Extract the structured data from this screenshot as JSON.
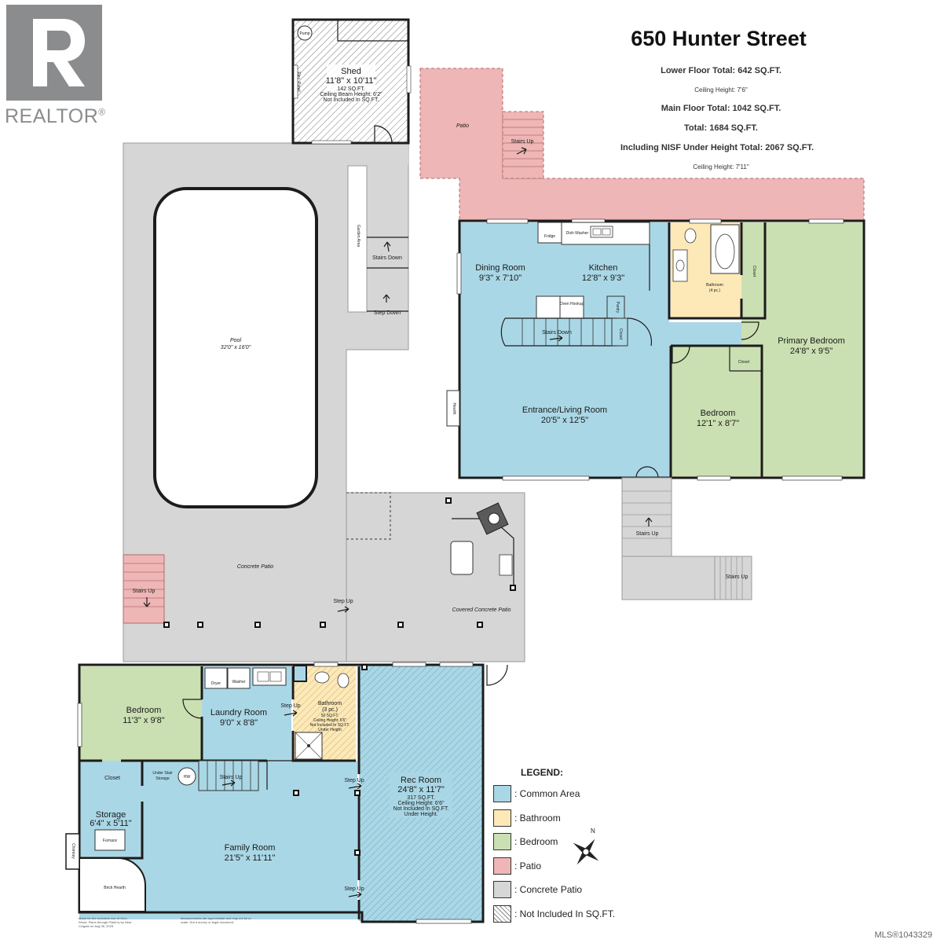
{
  "brand": {
    "name": "REALTOR",
    "mark": "®",
    "logo_icon": "realtor-r-logo"
  },
  "header": {
    "address": "650 Hunter Street",
    "lines": [
      "Lower Floor Total: 642 SQ.FT.",
      "Ceiling Height: 7'6\"",
      "Main Floor Total: 1042 SQ.FT.",
      "Total: 1684 SQ.FT.",
      "Including NISF Under Height Total: 2067 SQ.FT.",
      "Ceiling Height: 7'11\""
    ]
  },
  "rooms": {
    "shed": {
      "name": "Shed",
      "dims": "11'8\" x 10'11\"",
      "sqft": "142 SQ.FT.",
      "ceiling": "Ceiling Beam Height: 6'2\"",
      "note": "Not Included In SQ.FT.",
      "pump": "Pump",
      "elec": "Elec. Panel"
    },
    "pool": {
      "name": "Pool",
      "dims": "32'0\" x 16'0\""
    },
    "dining": {
      "name": "Dining Room",
      "dims": "9'3\" x 7'10\""
    },
    "kitchen": {
      "name": "Kitchen",
      "dims": "12'8\" x 9'3\""
    },
    "main_bath": {
      "name": "Bathroom",
      "detail": "(4 pc.)"
    },
    "primary": {
      "name": "Primary Bedroom",
      "dims": "24'8\" x 9'5\""
    },
    "living": {
      "name": "Entrance/Living Room",
      "dims": "20'5\" x 12'5\""
    },
    "bedroom_main": {
      "name": "Bedroom",
      "dims": "12'1\" x 8'7\""
    },
    "bedroom_lower": {
      "name": "Bedroom",
      "dims": "11'3\" x 9'8\""
    },
    "laundry": {
      "name": "Laundry Room",
      "dims": "9'0\" x 8'8\""
    },
    "lower_bath": {
      "name": "Bathroom",
      "detail": "(3 pc.)",
      "sqft": "50 SQ.FT.",
      "ceiling": "Ceiling Height: 6'6\"",
      "note": "Not Included In SQ.FT.",
      "under": "Under Height"
    },
    "rec": {
      "name": "Rec Room",
      "dims": "24'8\" x 11'7\"",
      "sqft": "317 SQ.FT.",
      "ceiling": "Ceiling Height: 6'6\"",
      "note": "Not Included In SQ.FT.",
      "under": "Under Height."
    },
    "storage": {
      "name": "Storage",
      "dims": "6'4\" x 5'11\""
    },
    "family": {
      "name": "Family Room",
      "dims": "21'5\" x 11'11\""
    }
  },
  "labels": {
    "patio": "Patio",
    "stairs_up": "Stairs Up",
    "stairs_down": "Stairs Down",
    "step_down": "Step Down",
    "step_up": "Step Up",
    "concrete_patio": "Concrete Patio",
    "covered_concrete_patio": "Covered Concrete Patio",
    "closet": "Closet",
    "fridge": "Fridge",
    "dishwasher": "Dish Washer",
    "oven": "Oven Hookup",
    "pantry": "Pantry",
    "hearth": "Hearth",
    "dryer": "Dryer",
    "washer": "Washer",
    "under_stair": "Under Stair Storage",
    "hw": "HW",
    "furnace": "Furnace",
    "chimney": "Chimney",
    "brick_hearth": "Brick Hearth",
    "garden": "Garden Area"
  },
  "legend": {
    "title": "LEGEND:",
    "items": [
      {
        "label": ": Common Area",
        "color": "#aad7e6"
      },
      {
        "label": ": Bathroom",
        "color": "#fde9b8"
      },
      {
        "label": ": Bedroom",
        "color": "#cbe0b2"
      },
      {
        "label": ": Patio",
        "color": "#eeb6b6"
      },
      {
        "label": ": Concrete Patio",
        "color": "#d6d6d6"
      },
      {
        "label": ": Not Included In SQ.FT.",
        "color": "#ffffff"
      }
    ]
  },
  "compass": {
    "north": "N"
  },
  "footer": {
    "mls": "MLS®1043329",
    "disclaimer_left": "Made for the exclusive use of Gina Wood. Plans through Planit.ly by Nina Colgate on Aug 06, 2025.",
    "disclaimer_right": "Measurements are approximate and may not be to scale. Not a survey or legal document."
  },
  "colors": {
    "common": "#aad7e6",
    "bath": "#fde9b8",
    "bed": "#cbe0b2",
    "patio": "#eeb6b6",
    "concrete": "#d6d6d6",
    "wall": "#1c1c1c"
  }
}
